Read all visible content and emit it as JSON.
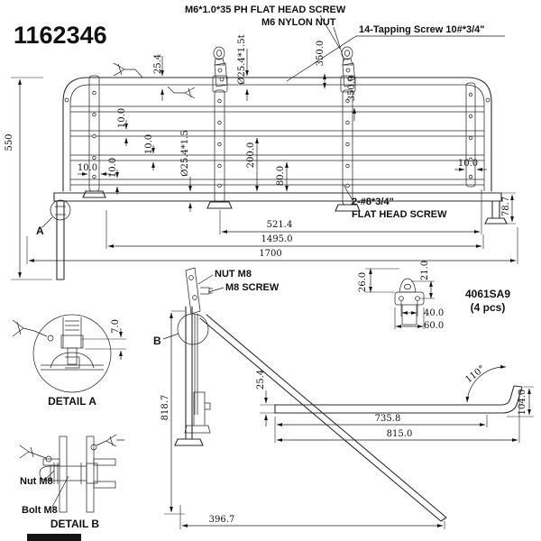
{
  "title": "1162346",
  "callouts": {
    "m6_screw": "M6*1.0*35 PH FLAT HEAD SCREW",
    "m6_nut": "M6 NYLON NUT",
    "tapping_screw": "14-Tapping Screw 10#*3/4\"",
    "flat_head_qty": "2-#8*3/4\"",
    "flat_head_name": "FLAT HEAD SCREW",
    "nut_m8": "NUT M8",
    "m8_screw": "M8 SCREW",
    "part_code": "4061SA9",
    "part_qty": "(4 pcs)"
  },
  "front": {
    "height": "550",
    "tube_od": "25.4",
    "tube_spec_top": "Ø25.4*1.5t",
    "tab_length_1": "350.0",
    "tab_length_2": "350.0",
    "bar_od_1": "10.0",
    "bar_od_2": "10.0",
    "bar_od_3": "10.0",
    "post_width_left": "10.0",
    "post_width_right": "10.0",
    "bottom_tube_spec": "Ø25.4*1.5",
    "gap_200": "200.0",
    "gap_80": "80.0",
    "leg_drop": "78.7",
    "span_521": "521.4",
    "span_1495": "1495.0",
    "span_1700": "1700"
  },
  "bracket": {
    "h_26": "26.0",
    "h_21": "21.0",
    "w_40": "40.0",
    "w_60": "60.0"
  },
  "leg_view": {
    "height": "818.7",
    "base": "396.7"
  },
  "profile_view": {
    "tube_od": "25.4",
    "bend_angle": "110°",
    "tip_height": "104.0",
    "len_735": "735.8",
    "len_815": "815.0"
  },
  "details": {
    "ref_a": "A",
    "ref_b": "B",
    "a_label": "DETAIL A",
    "b_label": "DETAIL B",
    "weld_offset": "7.0",
    "nut_label": "Nut M8",
    "bolt_label": "Bolt M8"
  }
}
